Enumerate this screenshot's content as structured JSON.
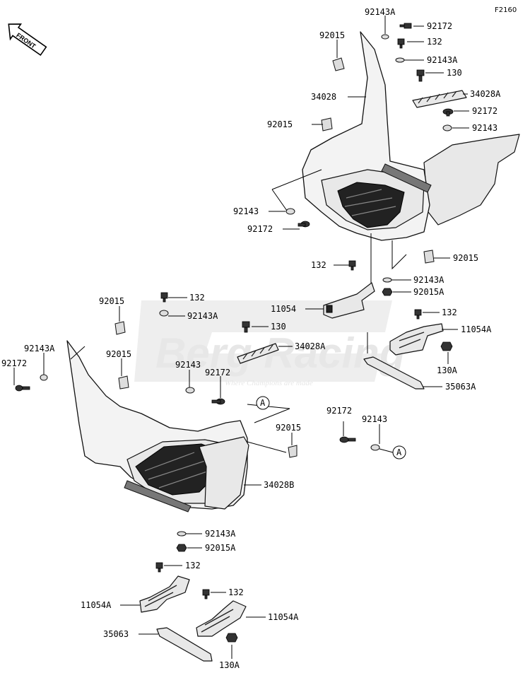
{
  "diagram_code": "F2160",
  "front_arrow": "FRONT",
  "watermark": {
    "brand": "Berg Racing",
    "tagline": "Where Champions are made"
  },
  "callout": "A",
  "labels": [
    "92143A",
    "92172",
    "92015",
    "132",
    "92143A",
    "130",
    "34028",
    "34028A",
    "92172",
    "92015",
    "92143",
    "92143",
    "92172",
    "92015",
    "132",
    "92143A",
    "92015A",
    "11054",
    "132",
    "11054A",
    "130A",
    "35063A",
    "92015",
    "132",
    "92143A",
    "130",
    "34028A",
    "92143A",
    "92172",
    "92015",
    "92143",
    "92172",
    "92015",
    "92172",
    "92143",
    "34028B",
    "92143A",
    "92015A",
    "132",
    "11054A",
    "132",
    "11054A",
    "35063",
    "130A"
  ]
}
